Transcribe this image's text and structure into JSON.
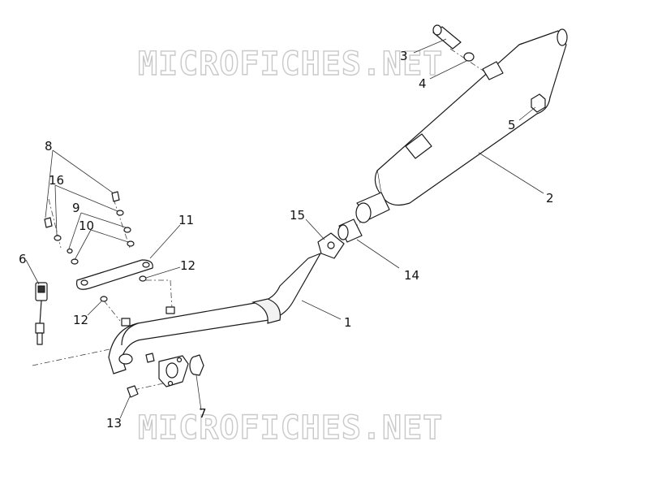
{
  "watermark": {
    "text": "MICROFICHES.NET"
  },
  "callouts": [
    "1",
    "2",
    "3",
    "4",
    "5",
    "6",
    "7",
    "8",
    "9",
    "10",
    "11",
    "12",
    "12",
    "13",
    "14",
    "15",
    "16"
  ],
  "colors": {
    "line": "#1a1a1a",
    "watermark": "#c9c9c9",
    "background": "#ffffff"
  }
}
